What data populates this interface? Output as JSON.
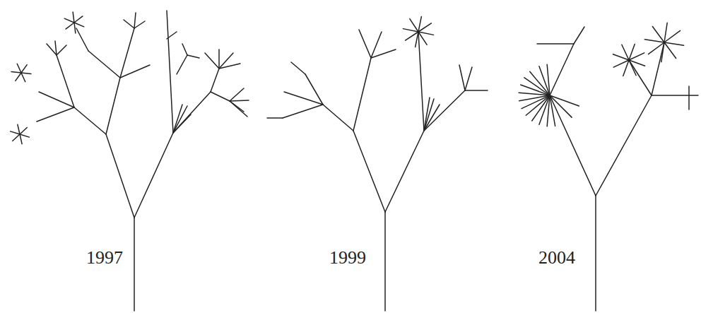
{
  "diagram": {
    "labels": [
      "1997",
      "1999",
      "2004"
    ]
  }
}
